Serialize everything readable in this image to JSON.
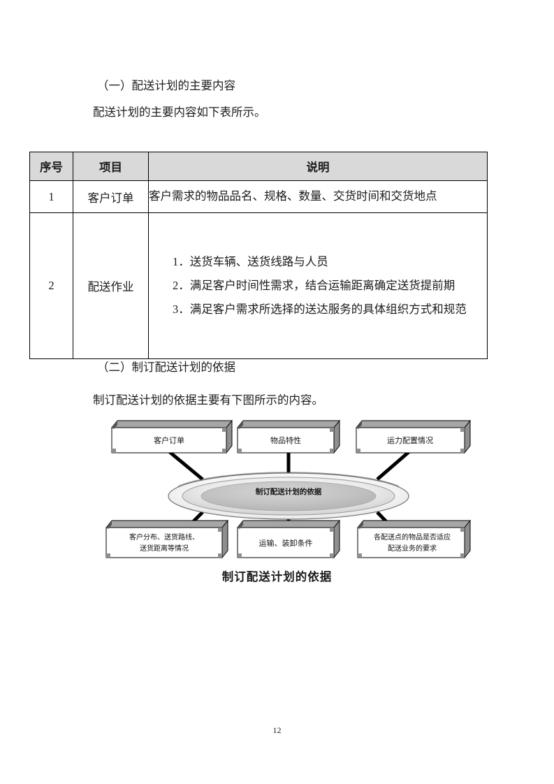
{
  "document": {
    "page_number": "12"
  },
  "sections": {
    "one": {
      "heading": "（一）配送计划的主要内容",
      "body": "配送计划的主要内容如下表所示。"
    },
    "two": {
      "heading": "（二）制订配送计划的依据",
      "body": "制订配送计划的依据主要有下图所示的内容。"
    }
  },
  "table": {
    "headers": [
      "序号",
      "项目",
      "说明"
    ],
    "rows": [
      {
        "no": "1",
        "item": "客户订单",
        "desc_lines": [
          "客户需求的物品品名、规格、数量、交货时间和交货地点"
        ]
      },
      {
        "no": "2",
        "item": "配送作业",
        "desc_lines": [
          "1．送货车辆、送货线路与人员",
          "2．满足客户时间性需求，结合运输距离确定送货提前期",
          "3．满足客户需求所选择的送达服务的具体组织方式和规范"
        ]
      }
    ]
  },
  "figure": {
    "caption": "制订配送计划的依据",
    "hub": "制订配送计划的依据",
    "top_boxes": [
      {
        "lines": [
          "客户订单"
        ]
      },
      {
        "lines": [
          "物品特性"
        ]
      },
      {
        "lines": [
          "运力配置情况"
        ]
      }
    ],
    "bottom_boxes": [
      {
        "lines": [
          "客户分布、送货路线、",
          "送货距离等情况"
        ]
      },
      {
        "lines": [
          "运输、装卸条件"
        ]
      },
      {
        "lines": [
          "各配送点的物品是否适应",
          "配送业务的要求"
        ]
      }
    ]
  },
  "colors": {
    "header_fill": "#d9d9d9",
    "box_face": "#ffffff",
    "box_bevel": "#a6a6a6",
    "box_bevel_dark": "#7d7d7d",
    "connector": "#000000",
    "text": "#1a1a1a"
  }
}
